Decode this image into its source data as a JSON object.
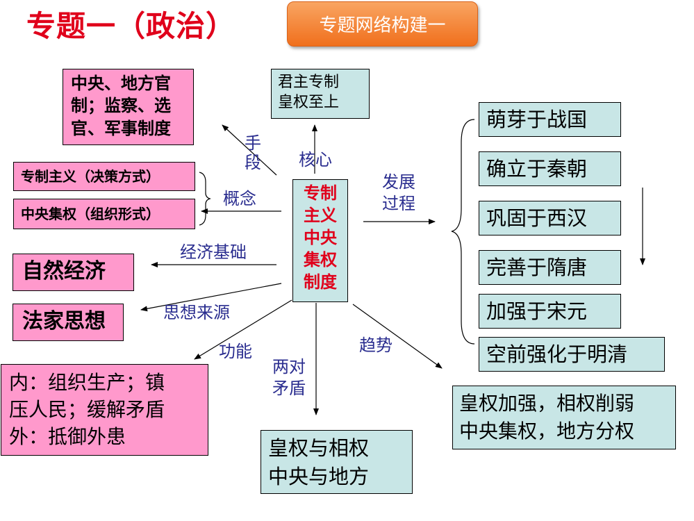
{
  "header": {
    "title": "专题一（政治）",
    "tag": "专题网络构建一"
  },
  "center": [
    "专制",
    "主义",
    "中央",
    "集权",
    "制度"
  ],
  "top_box": [
    "君主专制",
    "皇权至上"
  ],
  "nodes": {
    "means_box": [
      "中央、地方官",
      "制；监察、选",
      "官、军事制度"
    ],
    "concept_1": "专制主义（决策方式）",
    "concept_2": "中央集权（组织形式）",
    "economy": "自然经济",
    "thought": "法家思想",
    "function_box": [
      "内：组织生产；镇",
      "压人民；缓解矛盾",
      "外：抵御外患"
    ],
    "contradictions_box": [
      "皇权与相权",
      "中央与地方"
    ],
    "trend_box": [
      "皇权加强，相权削弱",
      "中央集权，地方分权"
    ]
  },
  "labels": {
    "means": [
      "手",
      "段"
    ],
    "core": "核心",
    "concept": "概念",
    "development": [
      "发展",
      "过程"
    ],
    "economic_base": "经济基础",
    "thought_source": "思想来源",
    "function": "功能",
    "two_contradictions": [
      "两对",
      "矛盾"
    ],
    "trend": "趋势"
  },
  "stages": [
    "萌芽于战国",
    "确立于秦朝",
    "巩固于西汉",
    "完善于隋唐",
    "加强于宋元",
    "空前强化于明清"
  ]
}
